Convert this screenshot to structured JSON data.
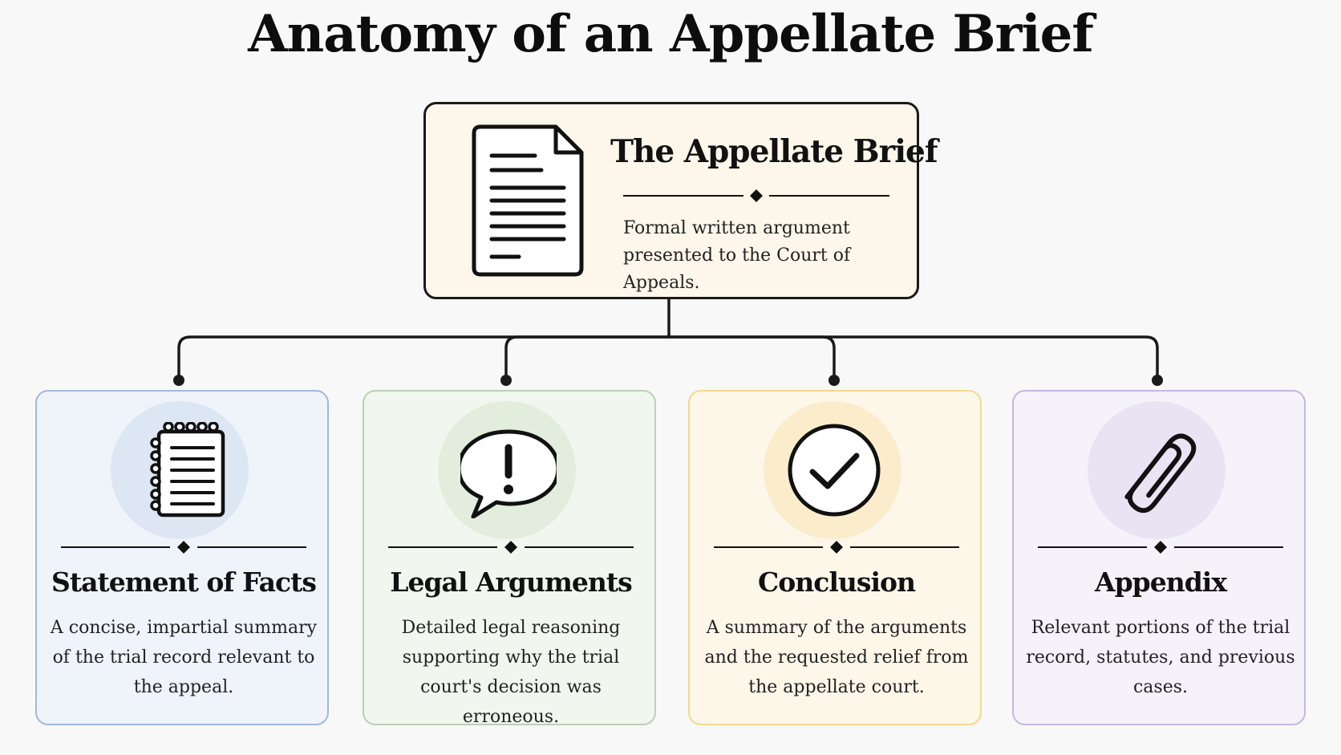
{
  "title": "Anatomy of an Appellate Brief",
  "root": {
    "title": "The Appellate Brief",
    "description": "Formal written argument presented to the Court of Appeals.",
    "icon": "document-icon"
  },
  "sections": [
    {
      "title": "Statement of Facts",
      "description": "A concise, impartial summary of the trial record relevant to the appeal.",
      "icon": "notepad-icon",
      "accent": "#a3b9d8",
      "background": "#eff3fa",
      "circle": "#dde6f3"
    },
    {
      "title": "Legal Arguments",
      "description": "Detailed legal reasoning supporting why the trial court's decision was erroneous.",
      "icon": "exclamation-speech-bubble-icon",
      "accent": "#b9d2b3",
      "background": "#f1f6ef",
      "circle": "#e2eddd"
    },
    {
      "title": "Conclusion",
      "description": "A summary of the arguments and the requested relief from the appellate court.",
      "icon": "checkmark-circle-icon",
      "accent": "#f1d98f",
      "background": "#fdf7ea",
      "circle": "#fbeccb"
    },
    {
      "title": "Appendix",
      "description": "Relevant portions of the trial record, statutes, and previous cases.",
      "icon": "paperclip-icon",
      "accent": "#c4b8db",
      "background": "#f5f2fa",
      "circle": "#e9e3f4"
    }
  ]
}
